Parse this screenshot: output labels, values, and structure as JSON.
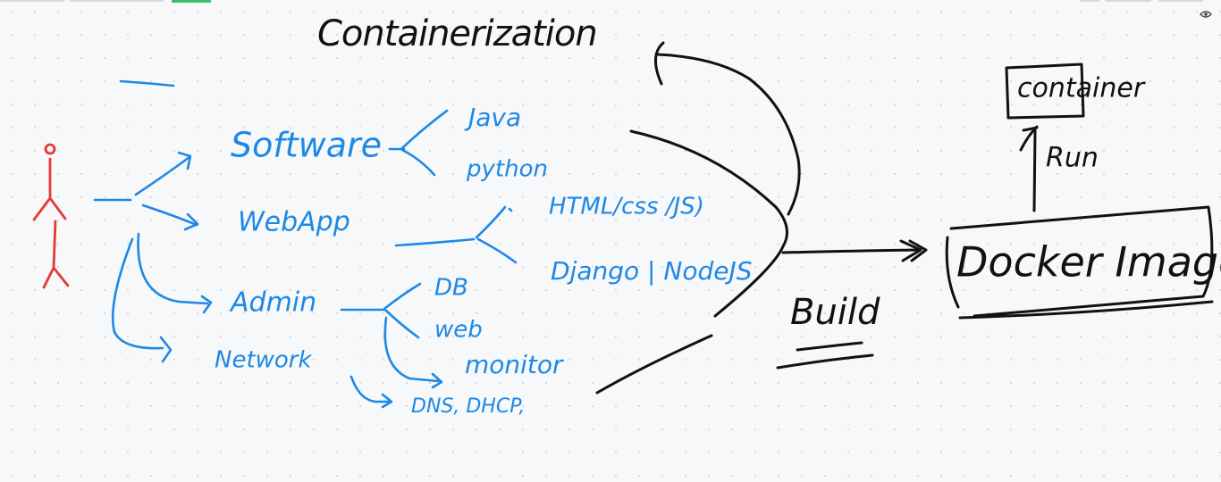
{
  "title": "Containerization",
  "categories": [
    "Software",
    "WebApp",
    "Admin",
    "Network"
  ],
  "software_items": [
    "Java",
    "python"
  ],
  "webapp_items": [
    "HTML/css /JS)",
    "Django | NodeJS"
  ],
  "admin_items": [
    "DB",
    "web",
    "monitor"
  ],
  "network_items": [
    "DNS, DHCP,"
  ],
  "build_label": "Build",
  "image_label": "Docker Image",
  "run_label": "Run",
  "container_label": "container",
  "colors": {
    "blue_ink": "#1e88e5",
    "black_ink": "#111111",
    "red_ink": "#e53935"
  },
  "icons": [
    "person-figure-icon",
    "eye-icon"
  ]
}
